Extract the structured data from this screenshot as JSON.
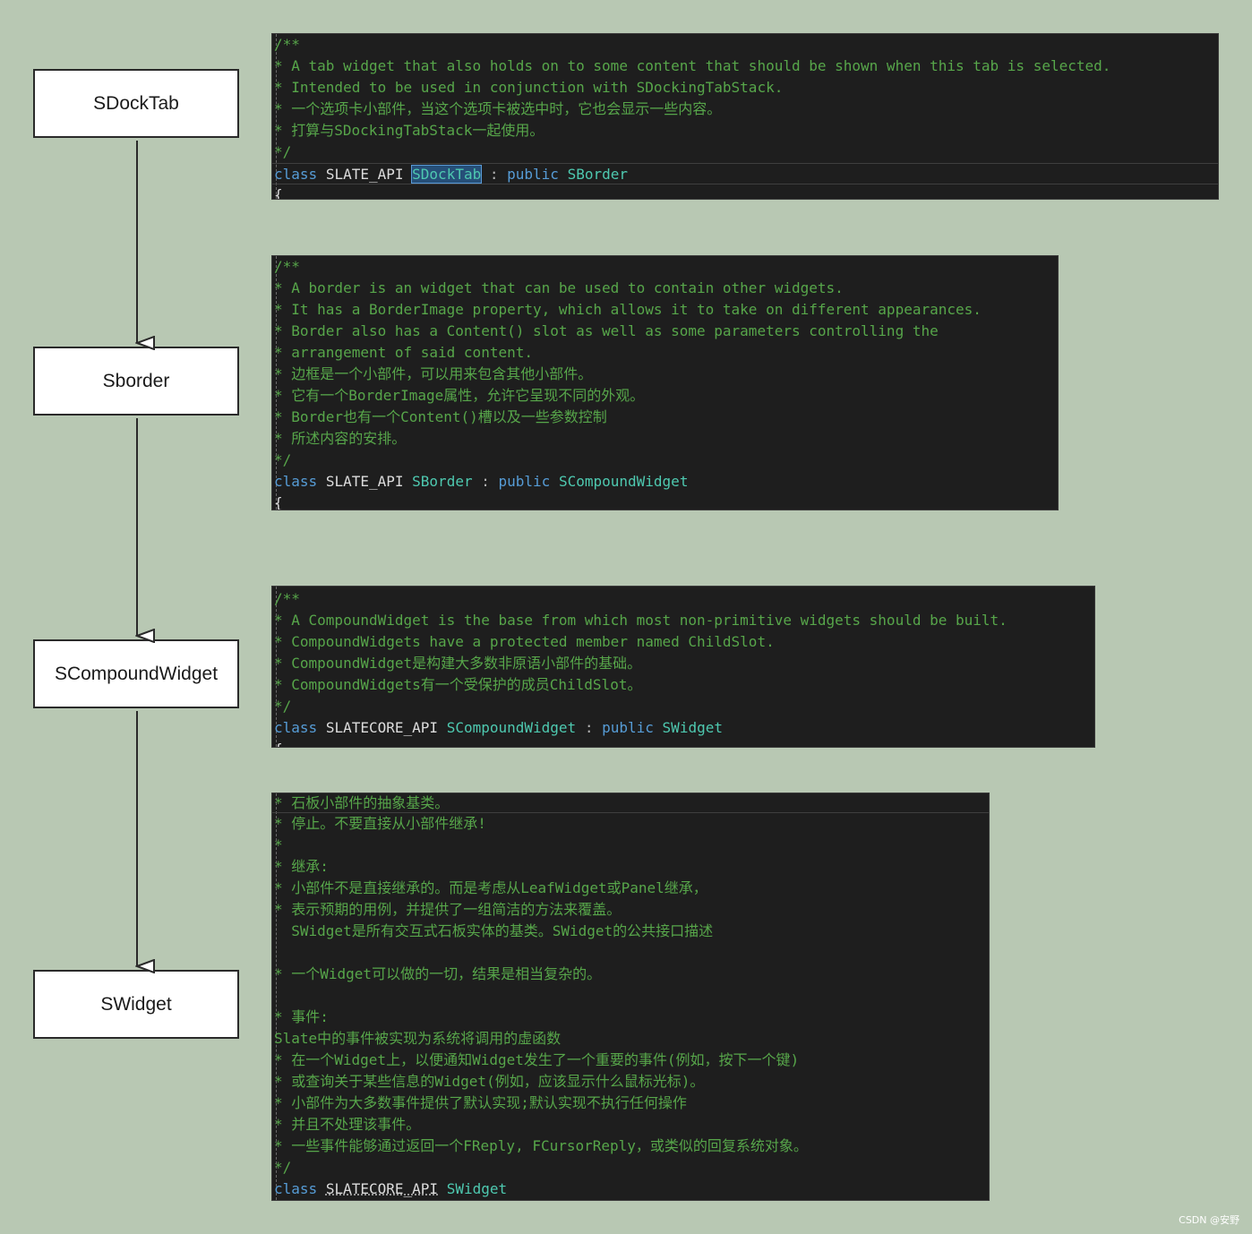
{
  "diagram": {
    "nodes": [
      {
        "id": "sdocktab",
        "label": "SDockTab"
      },
      {
        "id": "sborder",
        "label": "Sborder"
      },
      {
        "id": "scompoundwidget",
        "label": "SCompoundWidget"
      },
      {
        "id": "swidget",
        "label": "SWidget"
      }
    ],
    "edges": [
      {
        "from": "sdocktab",
        "to": "sborder"
      },
      {
        "from": "sborder",
        "to": "scompoundwidget"
      },
      {
        "from": "scompoundwidget",
        "to": "swidget"
      }
    ]
  },
  "code_blocks": [
    {
      "comment": [
        "/**",
        "* A tab widget that also holds on to some content that should be shown when this tab is selected.",
        "* Intended to be used in conjunction with SDockingTabStack.",
        "* 一个选项卡小部件，当这个选项卡被选中时，它也会显示一些内容。",
        "* 打算与SDockingTabStack一起使用。",
        "*/"
      ],
      "decl": {
        "kw": "class",
        "api": "SLATE_API",
        "name": "SDockTab",
        "colon": ":",
        "access": "public",
        "base": "SBorder"
      },
      "brace": "{"
    },
    {
      "comment": [
        "/**",
        "* A border is an widget that can be used to contain other widgets.",
        "* It has a BorderImage property, which allows it to take on different appearances.",
        "* Border also has a Content() slot as well as some parameters controlling the",
        "* arrangement of said content.",
        "* 边框是一个小部件，可以用来包含其他小部件。",
        "* 它有一个BorderImage属性，允许它呈现不同的外观。",
        "* Border也有一个Content()槽以及一些参数控制",
        "* 所述内容的安排。",
        "*/"
      ],
      "decl": {
        "kw": "class",
        "api": "SLATE_API",
        "name": "SBorder",
        "colon": ":",
        "access": "public",
        "base": "SCompoundWidget"
      },
      "brace": "{"
    },
    {
      "comment": [
        "/**",
        "* A CompoundWidget is the base from which most non-primitive widgets should be built.",
        "* CompoundWidgets have a protected member named ChildSlot.",
        "* CompoundWidget是构建大多数非原语小部件的基础。",
        "* CompoundWidgets有一个受保护的成员ChildSlot。",
        "*/"
      ],
      "decl": {
        "kw": "class",
        "api": "SLATECORE_API",
        "name": "SCompoundWidget",
        "colon": ":",
        "access": "public",
        "base": "SWidget"
      },
      "brace": "{"
    },
    {
      "comment": [
        "* 石板小部件的抽象基类。",
        "* 停止。不要直接从小部件继承!",
        "*",
        "* 继承:",
        "* 小部件不是直接继承的。而是考虑从LeafWidget或Panel继承，",
        "* 表示预期的用例，并提供了一组简洁的方法来覆盖。",
        "  SWidget是所有交互式石板实体的基类。SWidget的公共接口描述",
        "",
        "* 一个Widget可以做的一切，结果是相当复杂的。",
        "",
        "* 事件:",
        "Slate中的事件被实现为系统将调用的虚函数",
        "* 在一个Widget上，以便通知Widget发生了一个重要的事件(例如，按下一个键)",
        "* 或查询关于某些信息的Widget(例如，应该显示什么鼠标光标)。",
        "* 小部件为大多数事件提供了默认实现;默认实现不执行任何操作",
        "* 并且不处理该事件。",
        "* 一些事件能够通过返回一个FReply, FCursorReply，或类似的回复系统对象。",
        "*/"
      ],
      "decl": {
        "kw": "class",
        "api": "SLATECORE_API",
        "name": "SWidget",
        "colon": "",
        "access": "",
        "base": ""
      },
      "brace": ""
    }
  ],
  "colors": {
    "background": "#b8c8b3",
    "code_bg": "#1e1e1e",
    "comment": "#57a64a",
    "keyword": "#569cd6",
    "type": "#4ec9b0",
    "identifier": "#dcdcdc"
  },
  "watermark": "CSDN @安野"
}
